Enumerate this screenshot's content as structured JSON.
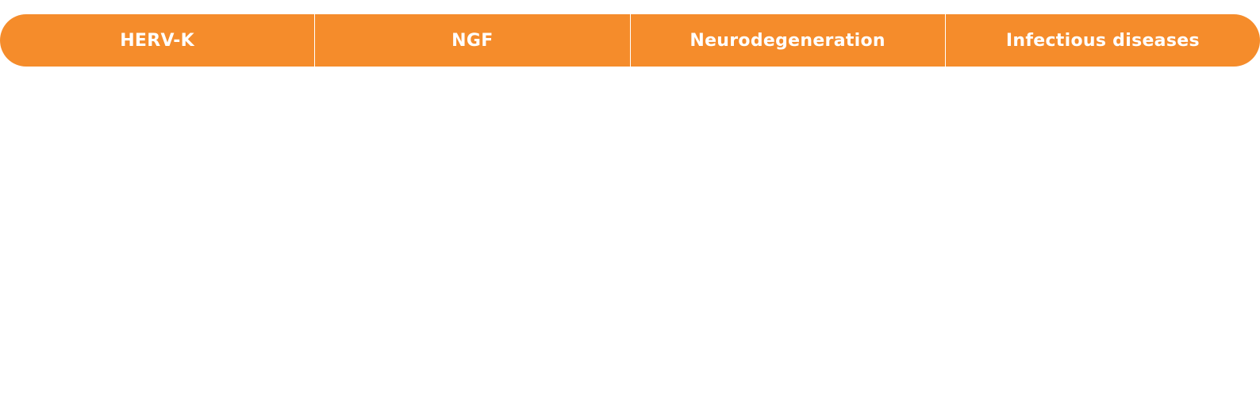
{
  "tabs": [
    {
      "label": "HERV-K"
    },
    {
      "label": "NGF"
    },
    {
      "label": "Neurodegeneration"
    },
    {
      "label": "Infectious diseases"
    }
  ],
  "colors": {
    "tab_background": "#f58c2b",
    "tab_text": "#ffffff",
    "page_background": "#ffffff"
  }
}
